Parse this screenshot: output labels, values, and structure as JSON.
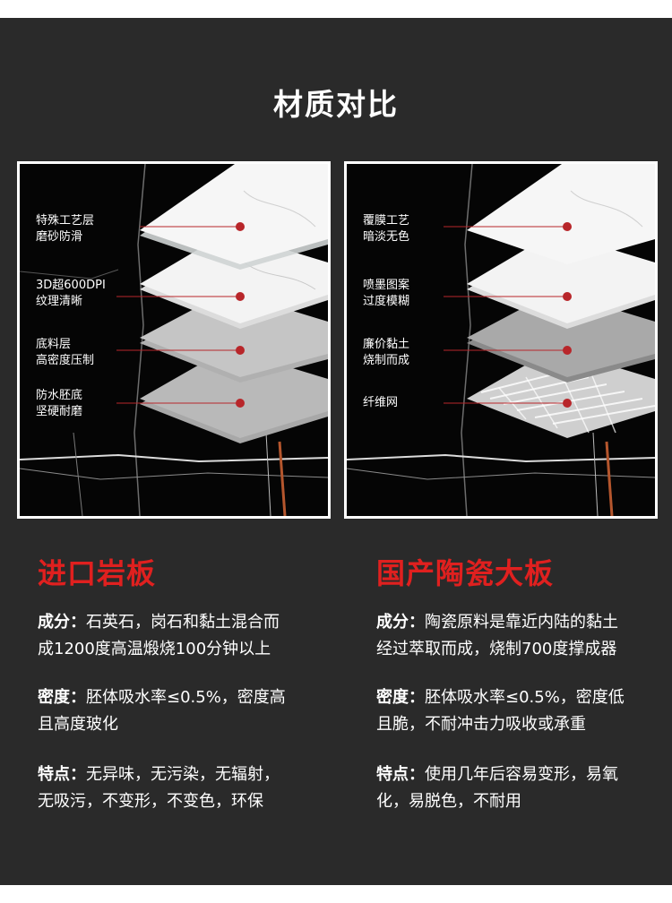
{
  "page": {
    "title": "材质对比"
  },
  "colors": {
    "background": "#2a2a2a",
    "accent": "#e0201f",
    "text": "#ffffff",
    "marker": "#b8262a"
  },
  "left": {
    "heading": "进口岩板",
    "layers": [
      {
        "line1": "特殊工艺层",
        "line2": "磨砂防滑"
      },
      {
        "line1": "3D超600DPI",
        "line2": "纹理清晰"
      },
      {
        "line1": "底料层",
        "line2": "高密度压制"
      },
      {
        "line1": "防水胚底",
        "line2": "坚硬耐磨"
      }
    ],
    "specs": [
      {
        "key": "成分：",
        "line1": "石英石，岗石和黏土混合而",
        "line2": "成1200度高温煅烧100分钟以上"
      },
      {
        "key": "密度：",
        "line1": "胚体吸水率≤0.5%，密度高",
        "line2": "且高度玻化"
      },
      {
        "key": "特点：",
        "line1": "无异味，无污染，无辐射，",
        "line2": "无吸污，不变形，不变色，环保"
      }
    ]
  },
  "right": {
    "heading": "国产陶瓷大板",
    "layers": [
      {
        "line1": "覆膜工艺",
        "line2": "暗淡无色"
      },
      {
        "line1": "喷墨图案",
        "line2": "过度模糊"
      },
      {
        "line1": "廉价黏土",
        "line2": "烧制而成"
      },
      {
        "line1": "纤维网",
        "line2": ""
      }
    ],
    "specs": [
      {
        "key": "成分：",
        "line1": "陶瓷原料是靠近内陆的黏土",
        "line2": "经过萃取而成，烧制700度撑成器"
      },
      {
        "key": "密度：",
        "line1": "胚体吸水率≤0.5%，密度低",
        "line2": "且脆，不耐冲击力吸收或承重"
      },
      {
        "key": "特点：",
        "line1": "使用几年后容易变形，易氧",
        "line2": "化，易脱色，不耐用"
      }
    ]
  }
}
